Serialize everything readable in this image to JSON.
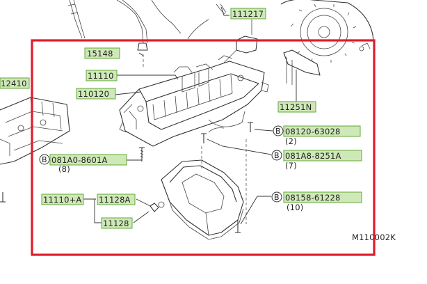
{
  "parts": {
    "p111217": "111217",
    "p15148": "15148",
    "p11110": "11110",
    "p110120": "110120",
    "p12410": "12410",
    "p11251n": "11251N",
    "b_mark": "B",
    "b08120": "08120-63028",
    "q2": "(2)",
    "b081a8": "081A8-8251A",
    "q7": "(7)",
    "b081a0": "081A0-8601A",
    "q8": "(8)",
    "p11110a": "11110+A",
    "p11128a": "11128A",
    "p11128": "11128",
    "b08158": "08158-61228",
    "q10": "(10)"
  },
  "diagram_code": "M110002K",
  "colors": {
    "frame": "#e21b2a",
    "label_highlight": "#cfe8b8",
    "label_border": "#63a83a"
  }
}
